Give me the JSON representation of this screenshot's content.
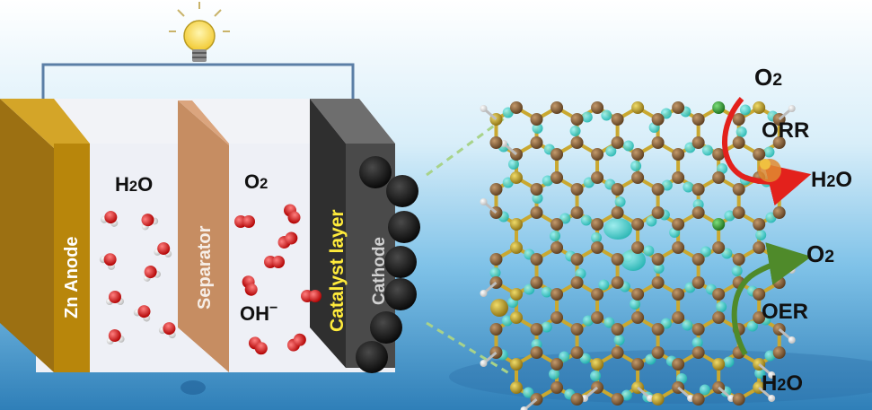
{
  "battery": {
    "anode_label": "Zn Anode",
    "separator_label": "Separator",
    "catalyst_label": "Catalyst layer",
    "cathode_label": "Cathode",
    "left_species_label": "H2O",
    "right_species_label": "O2",
    "ion_label": "OH",
    "ion_charge": "−"
  },
  "reactions": {
    "orr": {
      "reactant": "O2",
      "name": "ORR",
      "product": "H2O"
    },
    "oer": {
      "reactant": "O2",
      "name": "OER",
      "product": "H2O"
    }
  },
  "colors": {
    "anode": "#b8860b",
    "separator": "#c68d62",
    "catalyst": "#4a4a4a",
    "water_bg": "#8ec9ea",
    "carbon_atom": "#7a5a3a",
    "dopant_atom": "#c9a830",
    "nitrogen_atom": "#2fa02f",
    "isosurface": "#34d1c9",
    "orr_arrow": "#e3211c",
    "oer_arrow": "#4f8a2a",
    "wire": "#5b7fa6"
  },
  "icons": [
    "lightbulb-icon",
    "water-molecule-icon",
    "oxygen-molecule-icon"
  ]
}
